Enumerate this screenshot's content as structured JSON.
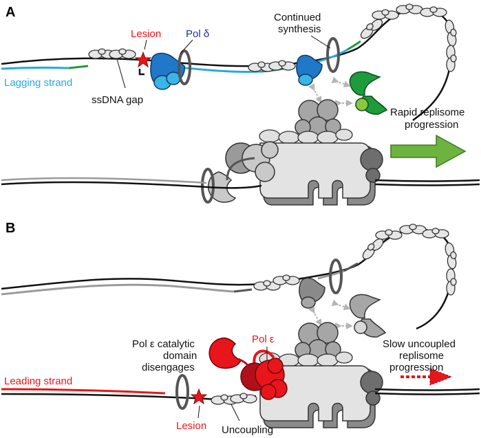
{
  "colors": {
    "lagging": "#29a8e0",
    "leading": "#e8151b",
    "pol_delta": "#1f78c8",
    "pol_delta_light": "#3bb4e6",
    "green_primer": "#1e9b3a",
    "green_arrow": "#6db33f",
    "pol_epsilon": "#e8151b",
    "pol_epsilon_dark": "#b0101a",
    "protein_light": "#d9d9d9",
    "protein_mid": "#a6a6a6",
    "protein_dark": "#6e6e6e",
    "dna": "#111111",
    "dna_grey": "#9a9a9a",
    "label_red": "#e8151b",
    "label_blue": "#1f2f9a",
    "label_cyan": "#29a8e0"
  },
  "panelA": {
    "letter": "A",
    "lesion": "Lesion",
    "pol_delta": "Pol δ",
    "continued_1": "Continued",
    "continued_2": "synthesis",
    "lagging_strand": "Lagging strand",
    "ssdna_gap": "ssDNA gap",
    "rapid_1": "Rapid replisome",
    "rapid_2": "progression"
  },
  "panelB": {
    "letter": "B",
    "disengage_1": "Pol ε catalytic",
    "disengage_2": "domain",
    "disengage_3": "disengages",
    "pol_epsilon": "Pol ε",
    "slow_1": "Slow uncoupled",
    "slow_2": "replisome",
    "slow_3": "progression",
    "leading_strand": "Leading strand",
    "lesion": "Lesion",
    "uncoupling": "Uncoupling"
  }
}
